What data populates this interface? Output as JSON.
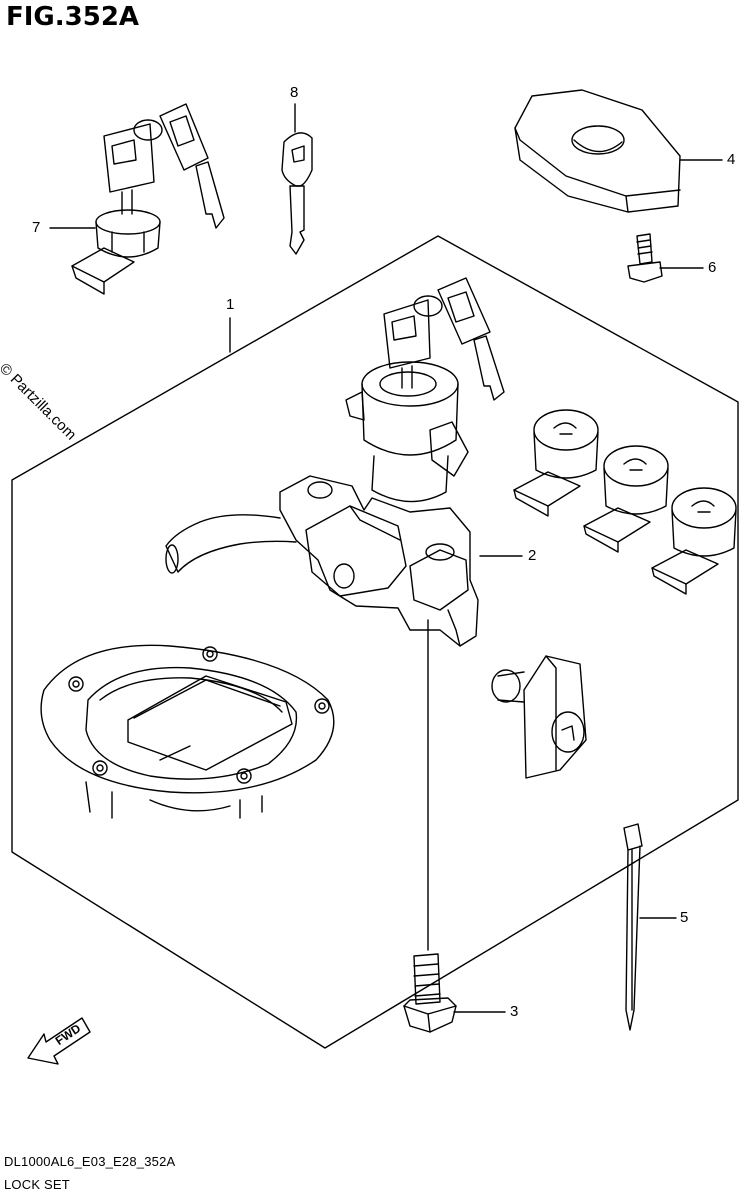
{
  "figure_title": "FIG.352A",
  "watermark": "© Partzilla.com",
  "callouts": {
    "c1": "1",
    "c2": "2",
    "c3": "3",
    "c4": "4",
    "c5": "5",
    "c6": "6",
    "c7": "7",
    "c8": "8"
  },
  "fwd_label": "FWD",
  "footer": {
    "code": "DL1000AL6_E03_E28_352A",
    "name": "LOCK SET"
  }
}
